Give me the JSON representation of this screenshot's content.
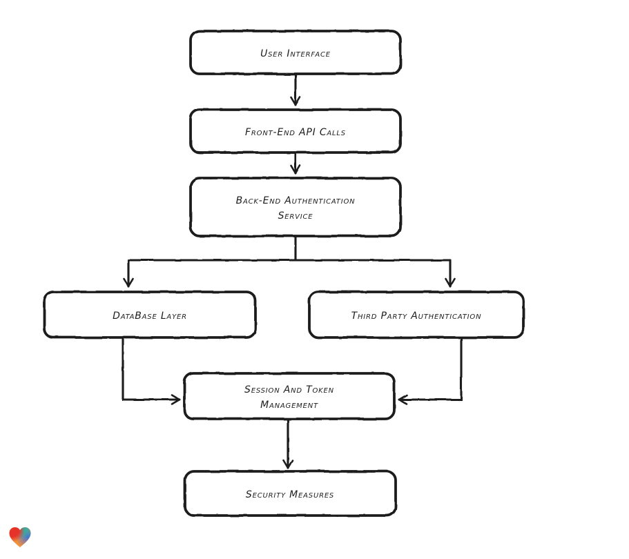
{
  "canvas": {
    "background_color": "#ffffff",
    "line_color": "#1c1c1c",
    "node_fill_color": "#ffffff"
  },
  "diagram": {
    "type": "flowchart",
    "nodes": [
      {
        "id": "user-interface",
        "lines": [
          "User Interface"
        ]
      },
      {
        "id": "front-end-api-calls",
        "lines": [
          "Front-End API Calls"
        ]
      },
      {
        "id": "back-end-authentication-service",
        "lines": [
          "Back-End Authentication",
          "Service"
        ]
      },
      {
        "id": "database-layer",
        "lines": [
          "DataBase Layer"
        ]
      },
      {
        "id": "third-party-authentication",
        "lines": [
          "Third Party Authentication"
        ]
      },
      {
        "id": "session-and-token-management",
        "lines": [
          "Session And Token",
          "Management"
        ]
      },
      {
        "id": "security-measures",
        "lines": [
          "Security Measures"
        ]
      }
    ],
    "edges": [
      {
        "from": "user-interface",
        "to": "front-end-api-calls"
      },
      {
        "from": "front-end-api-calls",
        "to": "back-end-authentication-service"
      },
      {
        "from": "back-end-authentication-service",
        "to": "database-layer"
      },
      {
        "from": "back-end-authentication-service",
        "to": "third-party-authentication"
      },
      {
        "from": "database-layer",
        "to": "session-and-token-management"
      },
      {
        "from": "third-party-authentication",
        "to": "session-and-token-management"
      },
      {
        "from": "session-and-token-management",
        "to": "security-measures"
      }
    ]
  },
  "logo": {
    "shape": "heart",
    "colors": {
      "red": "#e6332a",
      "teal": "#23b5a5",
      "blue": "#3f6ce0",
      "orange": "#f2913d"
    }
  }
}
